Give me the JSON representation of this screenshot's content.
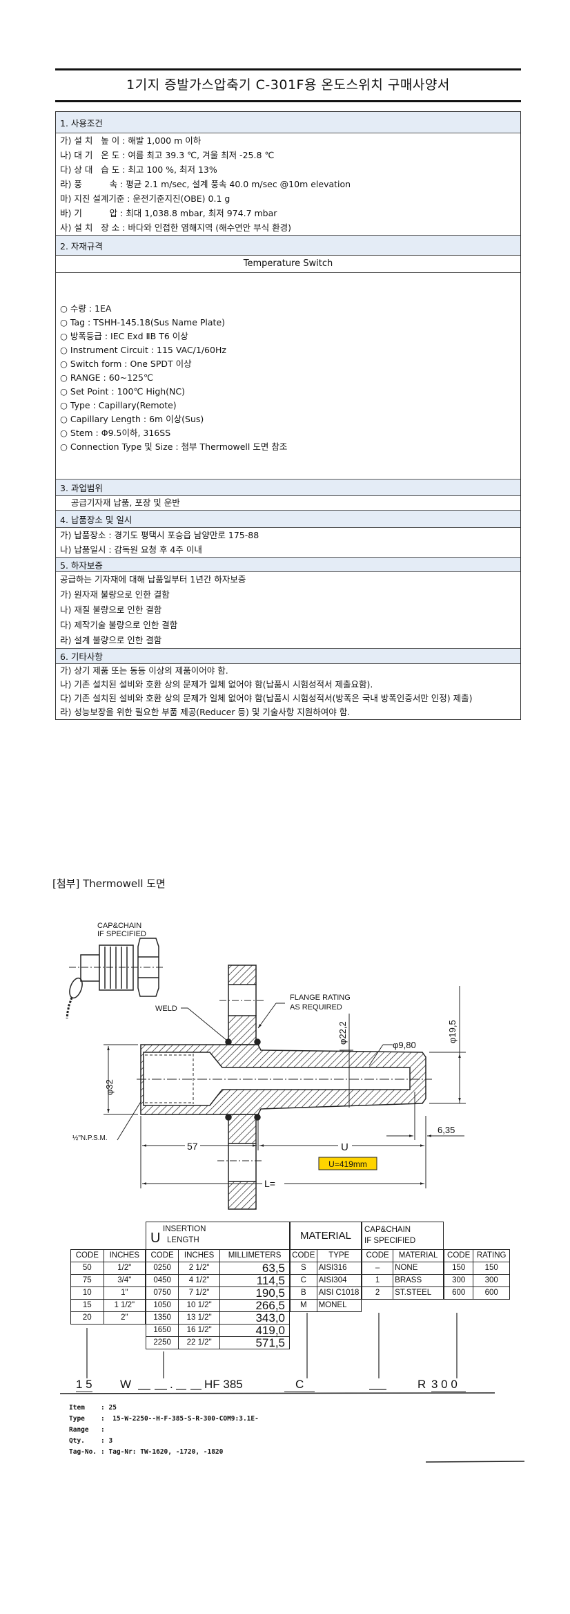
{
  "doc": {
    "title": "1기지 증발가스압축기 C-301F용 온도스위치 구매사양서"
  },
  "s1": {
    "header": "1. 사용조건",
    "rows": [
      "가) 설 치   높 이 : 해발 1,000 m 이하",
      "나) 대 기   온 도 : 여름 최고 39.3 ℃, 겨울 최저 -25.8 ℃",
      "다) 상 대   습 도 : 최고 100 %, 최저 13%",
      "라) 풍          속 : 평균 2.1 m/sec, 설계 풍속 40.0 m/sec @10m elevation",
      "마) 지진 설계기준 : 운전기준지진(OBE) 0.1 g",
      "바) 기          압 : 최대 1,038.8 mbar, 최저 974.7 mbar",
      "사) 설 치   장 소 : 바다와 인접한 염해지역 (해수연안 부식 환경)"
    ]
  },
  "s2": {
    "header": "2. 자재규격",
    "subtitle": "Temperature Switch",
    "items": [
      "○ 수량 : 1EA",
      "○ Tag : TSHH-145.18(Sus Name Plate)",
      "○ 방폭등급 : IEC Exd ⅡB T6 이상",
      "○ Instrument Circuit : 115 VAC/1/60Hz",
      "○ Switch form : One SPDT 이상",
      "○ RANGE : 60~125℃",
      "○ Set Point : 100℃ High(NC)",
      "○ Type : Capillary(Remote)",
      "○ Capillary Length : 6m 이상(Sus)",
      "○ Stem : Φ9.5이하, 316SS",
      "○ Connection Type 및 Size : 첨부 Thermowell 도면 참조"
    ]
  },
  "s3": {
    "header": "3. 과업범위",
    "rows": [
      "    공급기자재 납품, 포장 및 운반"
    ]
  },
  "s4": {
    "header": "4. 납품장소 및 일시",
    "rows": [
      "가) 납품장소 : 경기도 평택시 포승읍 남양만로 175-88",
      "나) 납품일시 : 감독원 요청 후 4주 이내"
    ]
  },
  "s5": {
    "header": "5. 하자보증",
    "rows": [
      "공급하는 기자재에 대해 납품일부터 1년간 하자보증",
      "가) 원자재 불량으로 인한 결함",
      "나) 재질 불량으로 인한 결함",
      "다) 제작기술 불량으로 인한 결함",
      "라) 설계 불량으로 인한 결함"
    ]
  },
  "s6": {
    "header": "6. 기타사항",
    "rows": [
      "가) 상기 제품 또는 동등 이상의 제품이어야 함.",
      "나) 기존 설치된 설비와 호환 상의 문제가 일체 없어야 함(납품시 시험성적서 제출요함).",
      "다) 기존 설치된 설비와 호환 상의 문제가 일체 없어야 함(납품시 시험성적서(방폭은 국내 방폭인증서만 인정) 제출)",
      "라) 성능보장을 위한 필요한 부품 제공(Reducer 등) 및 기술사항 지원하여야 함."
    ]
  },
  "attachment": {
    "title": "[첨부] Thermowell 도면"
  },
  "drawing": {
    "cap_chain": [
      "CAP&CHAIN",
      "IF SPECIFIED"
    ],
    "weld": "WELD",
    "flange_rating": [
      "FLANGE RATING",
      "AS REQUIRED"
    ],
    "dia_22": "φ22,2",
    "dia_980": "φ9,80",
    "dia_195": "φ19,5",
    "dia_32": "φ32",
    "dim_635": "6,35",
    "dim_57": "57",
    "dim_u": "U",
    "dim_l": "L=",
    "npsm": "½\"N.P.S.M.",
    "highlight": "U=419mm",
    "highlight_color": "#ffd400"
  },
  "tables": {
    "size": {
      "headers": [
        "CODE",
        "INCHES"
      ],
      "rows": [
        [
          "50",
          "1/2\""
        ],
        [
          "75",
          "3/4\""
        ],
        [
          "10",
          "1\""
        ],
        [
          "15",
          "1 1/2\""
        ],
        [
          "20",
          "2\""
        ]
      ]
    },
    "insertion": {
      "group_u": "U",
      "group": [
        "INSERTION",
        "LENGTH"
      ],
      "headers": [
        "CODE",
        "INCHES",
        "MILLIMETERS"
      ],
      "rows": [
        [
          "0250",
          "2 1/2\"",
          "63,5"
        ],
        [
          "0450",
          "4 1/2\"",
          "114,5"
        ],
        [
          "0750",
          "7 1/2\"",
          "190,5"
        ],
        [
          "1050",
          "10 1/2\"",
          "266,5"
        ],
        [
          "1350",
          "13 1/2\"",
          "343,0"
        ],
        [
          "1650",
          "16 1/2\"",
          "419,0"
        ],
        [
          "2250",
          "22 1/2\"",
          "571,5"
        ]
      ]
    },
    "material": {
      "group": "MATERIAL",
      "headers": [
        "CODE",
        "TYPE"
      ],
      "rows": [
        [
          "S",
          "AISI316"
        ],
        [
          "C",
          "AISI304"
        ],
        [
          "B",
          "AISI C1018"
        ],
        [
          "M",
          "MONEL"
        ]
      ]
    },
    "cap": {
      "group": [
        "CAP&CHAIN",
        "IF SPECIFIED"
      ],
      "headers": [
        "CODE",
        "MATERIAL"
      ],
      "rows": [
        [
          "–",
          "NONE"
        ],
        [
          "1",
          "BRASS"
        ],
        [
          "2",
          "ST.STEEL"
        ]
      ]
    },
    "rating": {
      "headers": [
        "CODE",
        "RATING"
      ],
      "rows": [
        [
          "150",
          "150"
        ],
        [
          "300",
          "300"
        ],
        [
          "600",
          "600"
        ]
      ]
    }
  },
  "codeline": {
    "size": "1 5",
    "w": "W",
    "sep": ".",
    "hf": "HF 385",
    "mat": "C",
    "r": "R",
    "rating": "3 0 0"
  },
  "info": [
    {
      "label": "Item   ",
      "value": ": 25"
    },
    {
      "label": "Type   ",
      "value": ":  15-W-2250--H-F-385-S-R-300-COM9:3.1E-"
    },
    {
      "label": "Range  ",
      "value": ":"
    },
    {
      "label": "Qty.   ",
      "value": ": 3"
    },
    {
      "label": "Tag-No.",
      "value": ": Tag-Nr: TW-1620, -1720, -1820"
    }
  ]
}
